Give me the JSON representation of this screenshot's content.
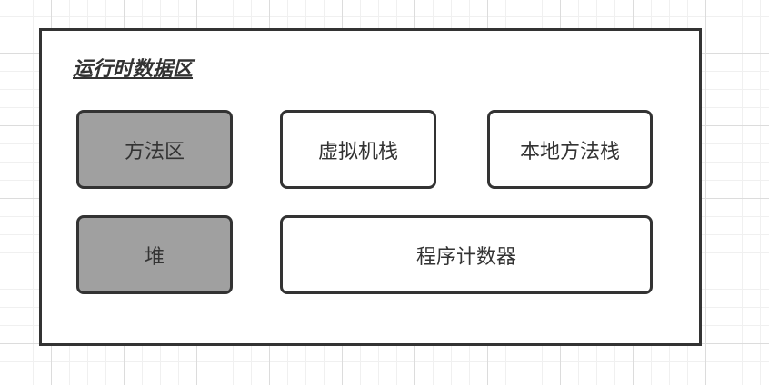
{
  "diagram": {
    "title": "运行时数据区",
    "blocks": {
      "method_area": "方法区",
      "vm_stack": "虚拟机栈",
      "native_method_stack": "本地方法栈",
      "heap": "堆",
      "program_counter": "程序计数器"
    },
    "colors": {
      "shared_fill": "#a0a0a0",
      "private_fill": "#ffffff",
      "border": "#333333"
    }
  }
}
